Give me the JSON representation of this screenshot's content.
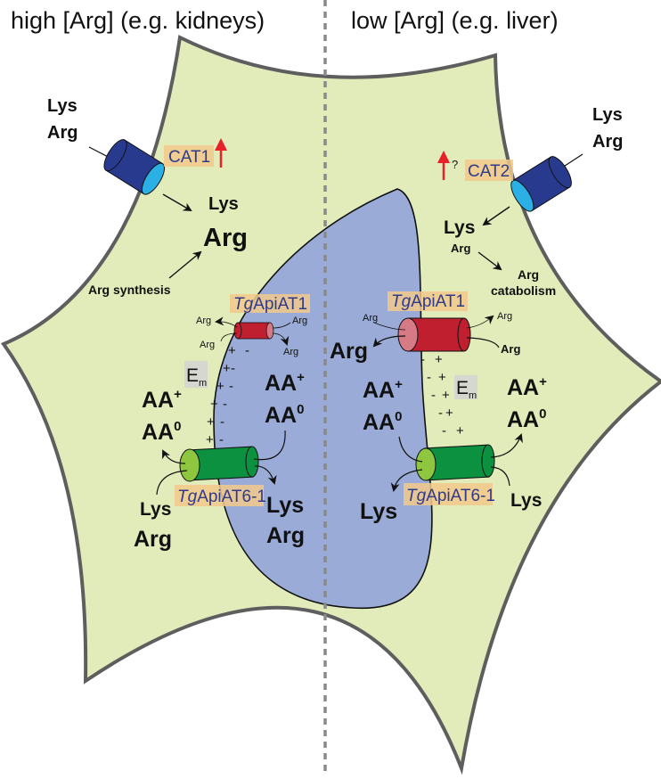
{
  "diagram": {
    "left_panel_title": "high [Arg] (e.g. kidneys)",
    "right_panel_title": "low [Arg] (e.g. liver)",
    "colors": {
      "host_cell_fill": "#e2ecba",
      "host_cell_outline": "#5e5e5e",
      "parasite_fill": "#99abd6",
      "cat_transporter": "#283a8e",
      "cat_transporter_face": "#2ab0e4",
      "apiat1_transporter": "#c01f30",
      "apiat1_face": "#d67b86",
      "apiat6_transporter": "#0c9140",
      "apiat6_face": "#8ec73f",
      "upregulation_arrow": "#e8202a",
      "label_box": "#f2c98a",
      "transporter_name_text": "#2e3a8c",
      "divider": "#8a8a8a"
    },
    "left": {
      "extracellular": {
        "lys": "Lys",
        "arg": "Arg"
      },
      "cat": {
        "name": "CAT1",
        "regulation": "up"
      },
      "cytosol": {
        "lys": "Lys",
        "arg": "Arg"
      },
      "synthesis": "Arg synthesis",
      "apiat1": {
        "prefix": "Tg",
        "name": "ApiAT1",
        "arg_labels": [
          "Arg",
          "Arg",
          "Arg",
          "Arg"
        ]
      },
      "em": {
        "main": "E",
        "sub": "m"
      },
      "host_aa": {
        "cation": "AA",
        "cation_sup": "+",
        "neutral": "AA",
        "neutral_sup": "0"
      },
      "parasite_aa": {
        "cation": "AA",
        "cation_sup": "+",
        "neutral": "AA",
        "neutral_sup": "0"
      },
      "apiat6": {
        "prefix": "Tg",
        "name": "ApiAT6-1"
      },
      "host_substrates": {
        "lys": "Lys",
        "arg": "Arg"
      },
      "parasite_products": {
        "lys": "Lys",
        "arg": "Arg"
      }
    },
    "right": {
      "extracellular": {
        "lys": "Lys",
        "arg": "Arg"
      },
      "cat": {
        "name": "CAT2",
        "regulation": "up",
        "uncertainty": "?"
      },
      "cytosol": {
        "lys": "Lys",
        "arg": "Arg"
      },
      "catabolism": [
        "Arg",
        "catabolism"
      ],
      "apiat1": {
        "prefix": "Tg",
        "name": "ApiAT1",
        "arg_labels": [
          "Arg",
          "Arg",
          "Arg"
        ],
        "parasite_product": "Arg"
      },
      "em": {
        "main": "E",
        "sub": "m"
      },
      "parasite_aa": {
        "cation": "AA",
        "cation_sup": "+",
        "neutral": "AA",
        "neutral_sup": "0"
      },
      "host_aa": {
        "cation": "AA",
        "cation_sup": "+",
        "neutral": "AA",
        "neutral_sup": "0"
      },
      "apiat6": {
        "prefix": "Tg",
        "name": "ApiAT6-1"
      },
      "parasite_product": "Lys",
      "host_substrate": "Lys"
    },
    "membrane_charges": {
      "host_side": "+",
      "parasite_side": "-"
    }
  }
}
